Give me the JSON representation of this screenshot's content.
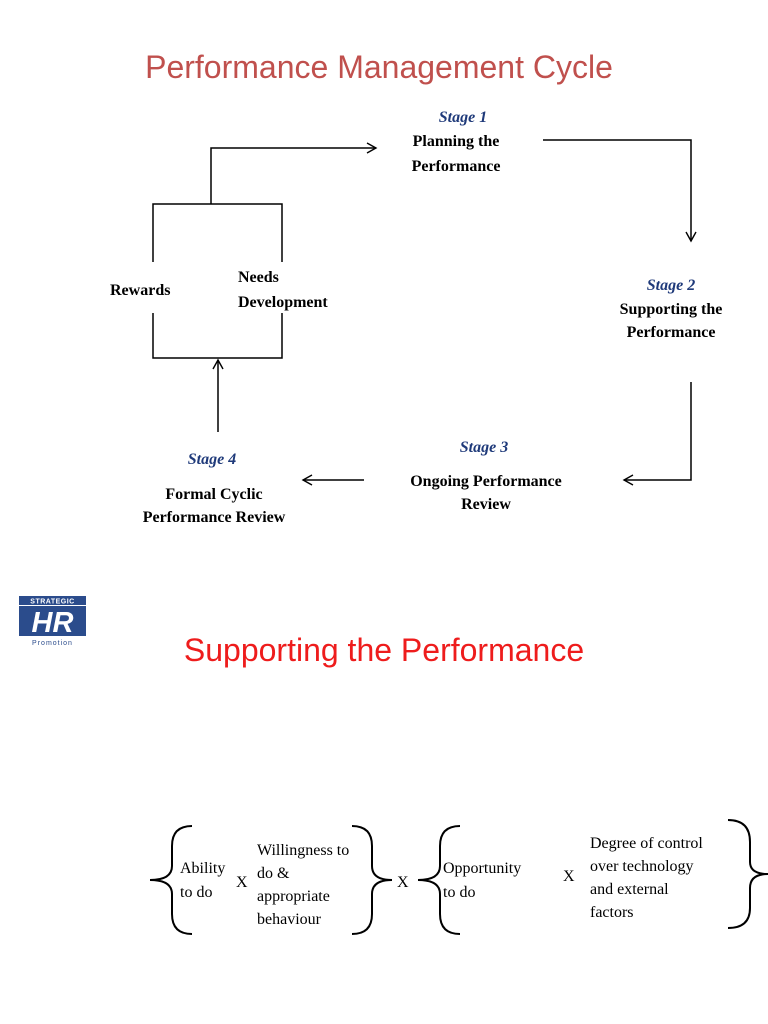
{
  "title1": "Performance Management Cycle",
  "stage1": {
    "label": "Stage 1",
    "line1": "Planning the",
    "line2": "Performance"
  },
  "stage2": {
    "label": "Stage 2",
    "line1": "Supporting the",
    "line2": "Performance"
  },
  "stage3": {
    "label": "Stage 3",
    "line1": "Ongoing Performance",
    "line2": "Review"
  },
  "stage4": {
    "label": "Stage 4",
    "line1": "Formal Cyclic",
    "line2": "Performance Review"
  },
  "rewards": "Rewards",
  "needs": {
    "line1": "Needs",
    "line2": "Development"
  },
  "logo": {
    "top": "STRATEGIC",
    "main": "HR",
    "bottom": "Promotion"
  },
  "title2": "Supporting the Performance",
  "formula": {
    "ability": {
      "line1": "Ability",
      "line2": "to do"
    },
    "willingness": {
      "line1": "Willingness to",
      "line2": "do &",
      "line3": "appropriate",
      "line4": "behaviour"
    },
    "opportunity": {
      "line1": "Opportunity",
      "line2": "to do"
    },
    "control": {
      "line1": "Degree of control",
      "line2": "over technology",
      "line3": "and external",
      "line4": "factors"
    },
    "times": "X"
  },
  "colors": {
    "title1": "#c0504d",
    "title2": "#ee1c1c",
    "stage": "#1f3a7a",
    "logo": "#2b4c8c",
    "line": "#000000"
  }
}
